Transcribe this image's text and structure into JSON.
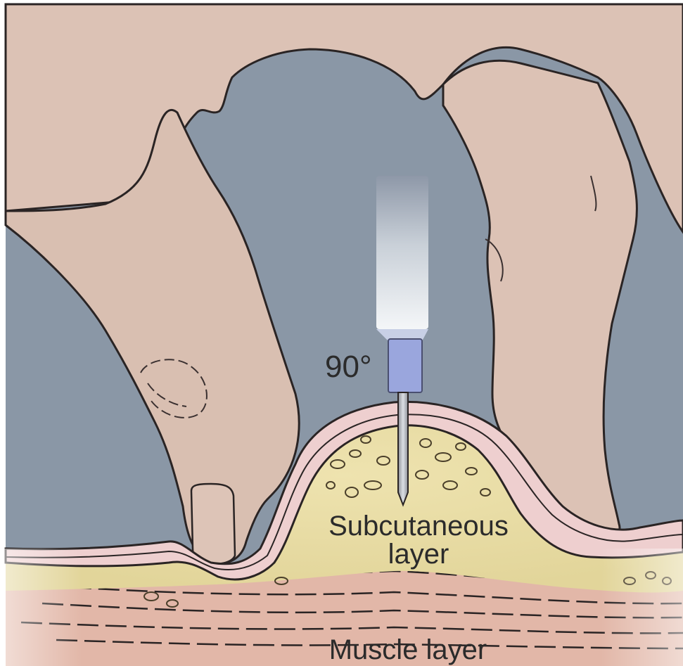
{
  "diagram": {
    "angle_label": "90°",
    "subcutaneous_label_line1": "Subcutaneous",
    "subcutaneous_label_line2": "layer",
    "muscle_label": "Muscle layer"
  },
  "colors": {
    "background": "#8a97a6",
    "skin": "#dcc2b5",
    "skin_shadow": "#bca196",
    "dermis": "#eecfcf",
    "fat": "#e7dca4",
    "muscle": "#e2b7a8",
    "outline": "#2a2424",
    "syringe_barrel_top": "#8e98a8",
    "syringe_barrel_bottom": "#f2f4f6",
    "syringe_hub": "#9aa6dd",
    "needle": "#b9bcc2"
  }
}
